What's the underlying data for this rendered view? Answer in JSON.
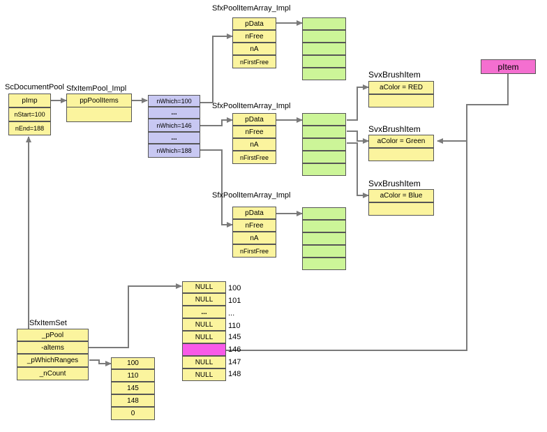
{
  "doc_pool": {
    "title": "ScDocumentPool",
    "fields": [
      "pImp",
      "nStart=100",
      "nEnd=188"
    ]
  },
  "item_pool": {
    "title": "SfxItemPool_Impl",
    "field": "ppPoolItems"
  },
  "which_list": [
    "nWhich=100",
    "...",
    "nWhich=146",
    "...",
    "nWhich=188"
  ],
  "pool_arrays": [
    {
      "title": "SfxPoolItemArray_Impl",
      "fields": [
        "pData",
        "nFree",
        "nA",
        "nFirstFree"
      ]
    },
    {
      "title": "SfxPoolItemArray_Impl",
      "fields": [
        "pData",
        "nFree",
        "nA",
        "nFirstFree"
      ]
    },
    {
      "title": "SfxPoolItemArray_Impl",
      "fields": [
        "pData",
        "nFree",
        "nA",
        "nFirstFree"
      ]
    }
  ],
  "brush_items": [
    {
      "title": "SvxBrushItem",
      "field": "aColor = RED"
    },
    {
      "title": "SvxBrushItem",
      "field": "aColor = Green"
    },
    {
      "title": "SvxBrushItem",
      "field": "aColor = Blue"
    }
  ],
  "pitem": "pItem",
  "item_set": {
    "title": "SfxItemSet",
    "fields": [
      "_pPool",
      "-altems",
      "_pWhichRanges",
      "_nCount"
    ]
  },
  "items_array": {
    "cells": [
      "NULL",
      "NULL",
      "...",
      "NULL",
      "NULL",
      "",
      "NULL",
      "NULL"
    ],
    "indices": [
      "100",
      "101",
      "...",
      "110",
      "145",
      "146",
      "147",
      "148"
    ]
  },
  "which_ranges": [
    "100",
    "110",
    "145",
    "148",
    "0"
  ],
  "colors": {
    "yellow": "#fbf49e",
    "green": "#ccf598",
    "blue": "#c8c8f2",
    "magenta": "#f85ae8",
    "pitem": "#f46fd0",
    "wire": "#7a7a7a"
  }
}
